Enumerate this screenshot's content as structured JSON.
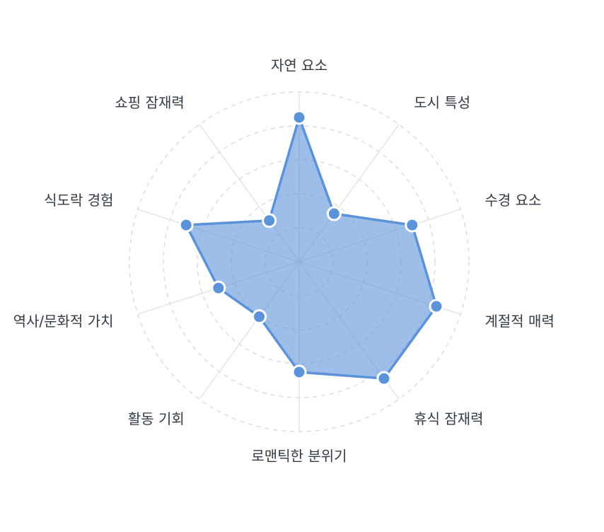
{
  "chart_data": {
    "type": "radar",
    "axes": [
      "자연 요소",
      "도시 특성",
      "수경 요소",
      "계절적 매력",
      "휴식 잠재력",
      "로맨틱한 분위기",
      "활동 기회",
      "역사/문화적 가치",
      "식도락 경험",
      "쇼핑 잠재력"
    ],
    "values": [
      85,
      35,
      70,
      85,
      85,
      65,
      40,
      50,
      70,
      30
    ],
    "range": [
      0,
      100
    ],
    "rings": 5,
    "colors": {
      "fill": "#5b92d8",
      "stroke": "#5b92d8",
      "fill_opacity": 0.6
    }
  }
}
